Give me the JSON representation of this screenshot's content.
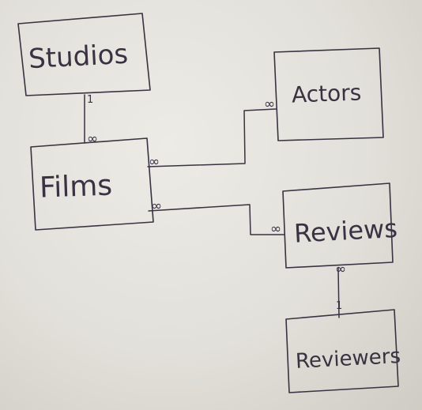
{
  "diagram": {
    "background": "#e6e4de",
    "ink_color": "#3a3142",
    "entities": {
      "studios": "Studios",
      "films": "Films",
      "actors": "Actors",
      "reviews": "Reviews",
      "reviewers": "Reviewers"
    },
    "cardinality": {
      "many": "∞",
      "one": "1"
    }
  }
}
